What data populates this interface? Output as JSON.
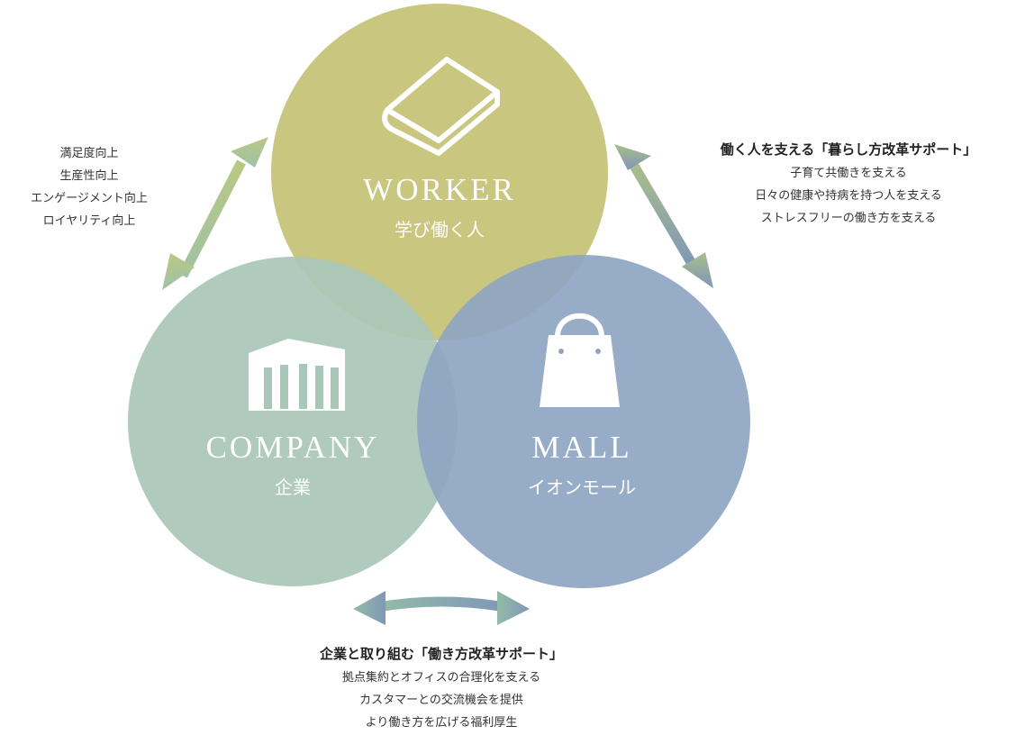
{
  "circles": {
    "worker": {
      "title": "WORKER",
      "subtitle": "学び働く人",
      "color": "#c8c67f",
      "icon": "book-icon"
    },
    "company": {
      "title": "COMPANY",
      "subtitle": "企業",
      "color": "#a9c7b8",
      "icon": "building-icon"
    },
    "mall": {
      "title": "MALL",
      "subtitle": "イオンモール",
      "color": "#8ea5c2",
      "icon": "shopping-bag-icon"
    }
  },
  "left_list": {
    "items": [
      "満足度向上",
      "生産性向上",
      "エンゲージメント向上",
      "ロイヤリティ向上"
    ]
  },
  "right_block": {
    "heading": "働く人を支える「暮らし方改革サポート」",
    "items": [
      "子育て共働きを支える",
      "日々の健康や持病を持つ人を支える",
      "ストレスフリーの働き方を支える"
    ]
  },
  "bottom_block": {
    "heading": "企業と取り組む「働き方改革サポート」",
    "items": [
      "拠点集約とオフィスの合理化を支える",
      "カスタマーとの交流機会を提供",
      "より働き方を広げる福利厚生"
    ]
  },
  "arrows": {
    "left_color": "#a9bf8f",
    "right_color": "#8fa3bd",
    "bottom_color": "#8fb3a9"
  }
}
